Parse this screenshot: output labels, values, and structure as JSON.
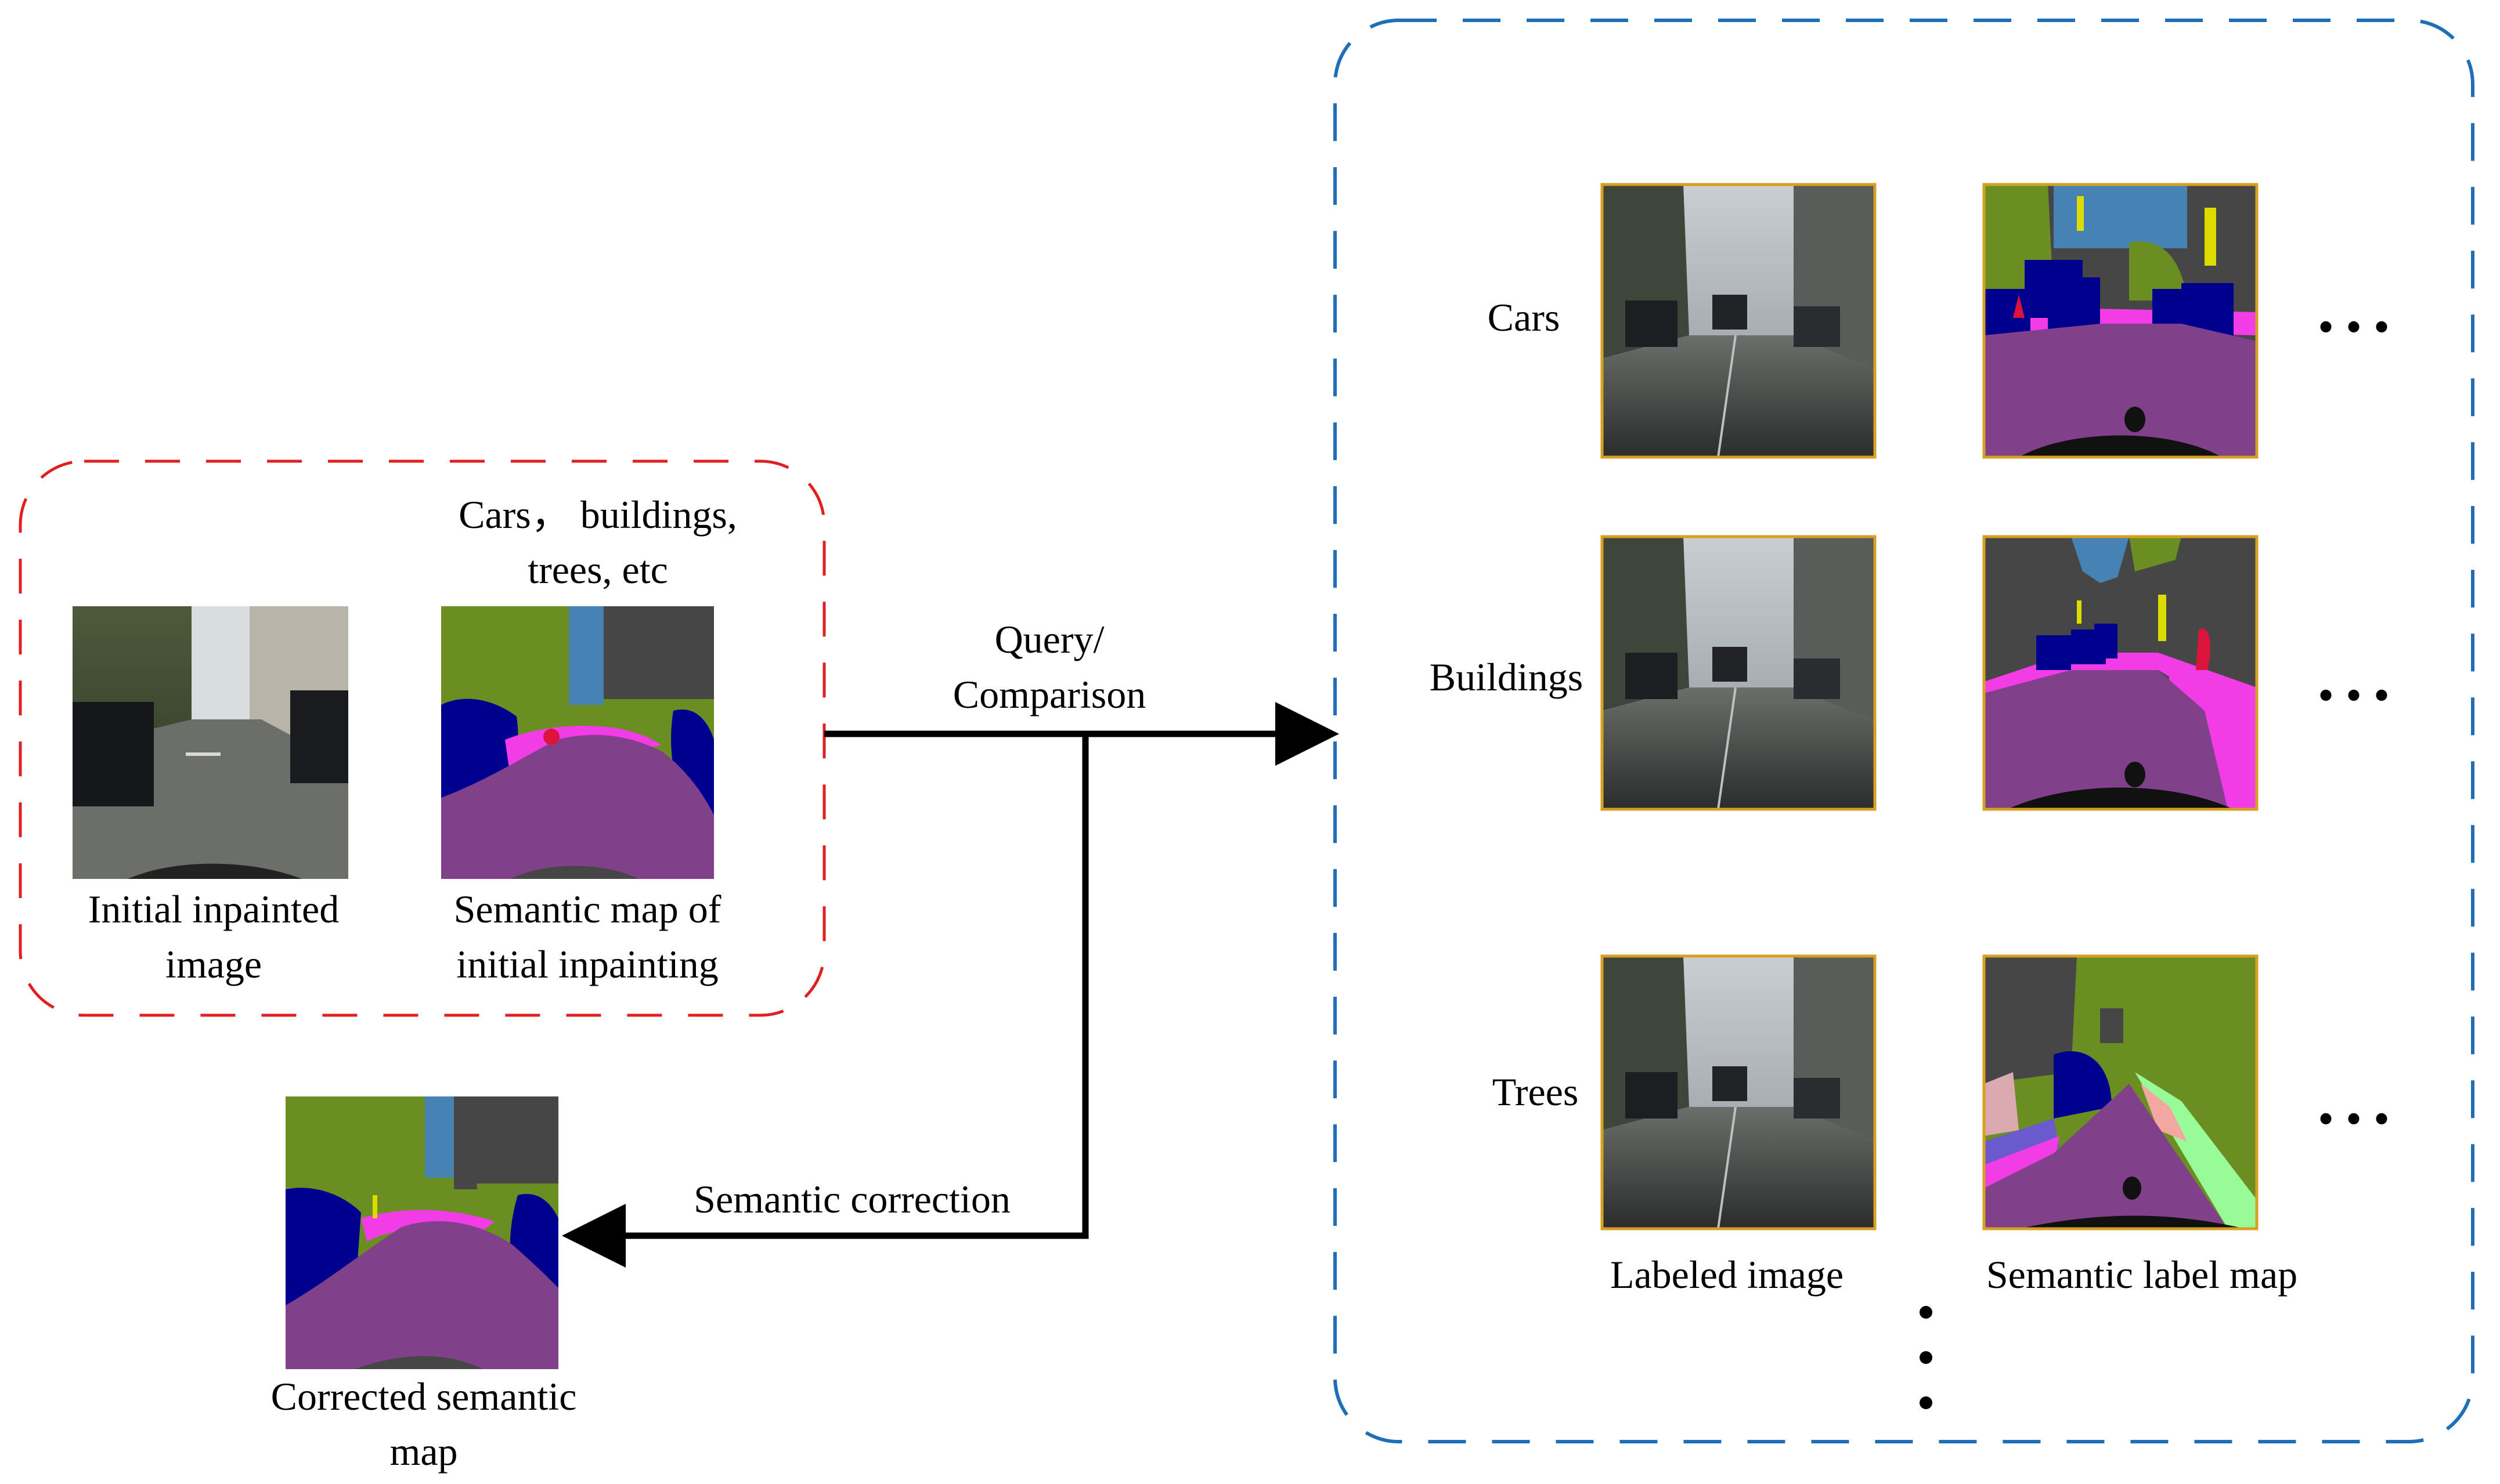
{
  "query_group": {
    "initial_image_caption": [
      "Initial inpainted",
      "image"
    ],
    "semantic_map_header": [
      "Cars， buildings,",
      "trees, etc"
    ],
    "semantic_map_caption": [
      "Semantic map of",
      "initial inpainting"
    ],
    "border_color": "#e02020"
  },
  "arrows": {
    "query_label": [
      "Query/",
      "Comparison"
    ],
    "correction_label": "Semantic correction"
  },
  "corrected": {
    "caption": [
      "Corrected semantic",
      "map"
    ]
  },
  "database": {
    "border_color": "#1f6fb8",
    "rows": [
      {
        "label": "Cars"
      },
      {
        "label": "Buildings"
      },
      {
        "label": "Trees"
      }
    ],
    "column_captions": {
      "image": "Labeled image",
      "map": "Semantic label map"
    },
    "ellipsis": "• • •"
  },
  "colors": {
    "road": "#80418a",
    "sidewalk": "#f23ce6",
    "vegetation": "#6b8e23",
    "sky": "#4682b4",
    "building": "#464646",
    "car": "#00008e",
    "person": "#dc143c",
    "sign": "#dcdc00",
    "terrain": "#98fb98",
    "ego": "#111111",
    "photo_frame": "#d8a020"
  }
}
